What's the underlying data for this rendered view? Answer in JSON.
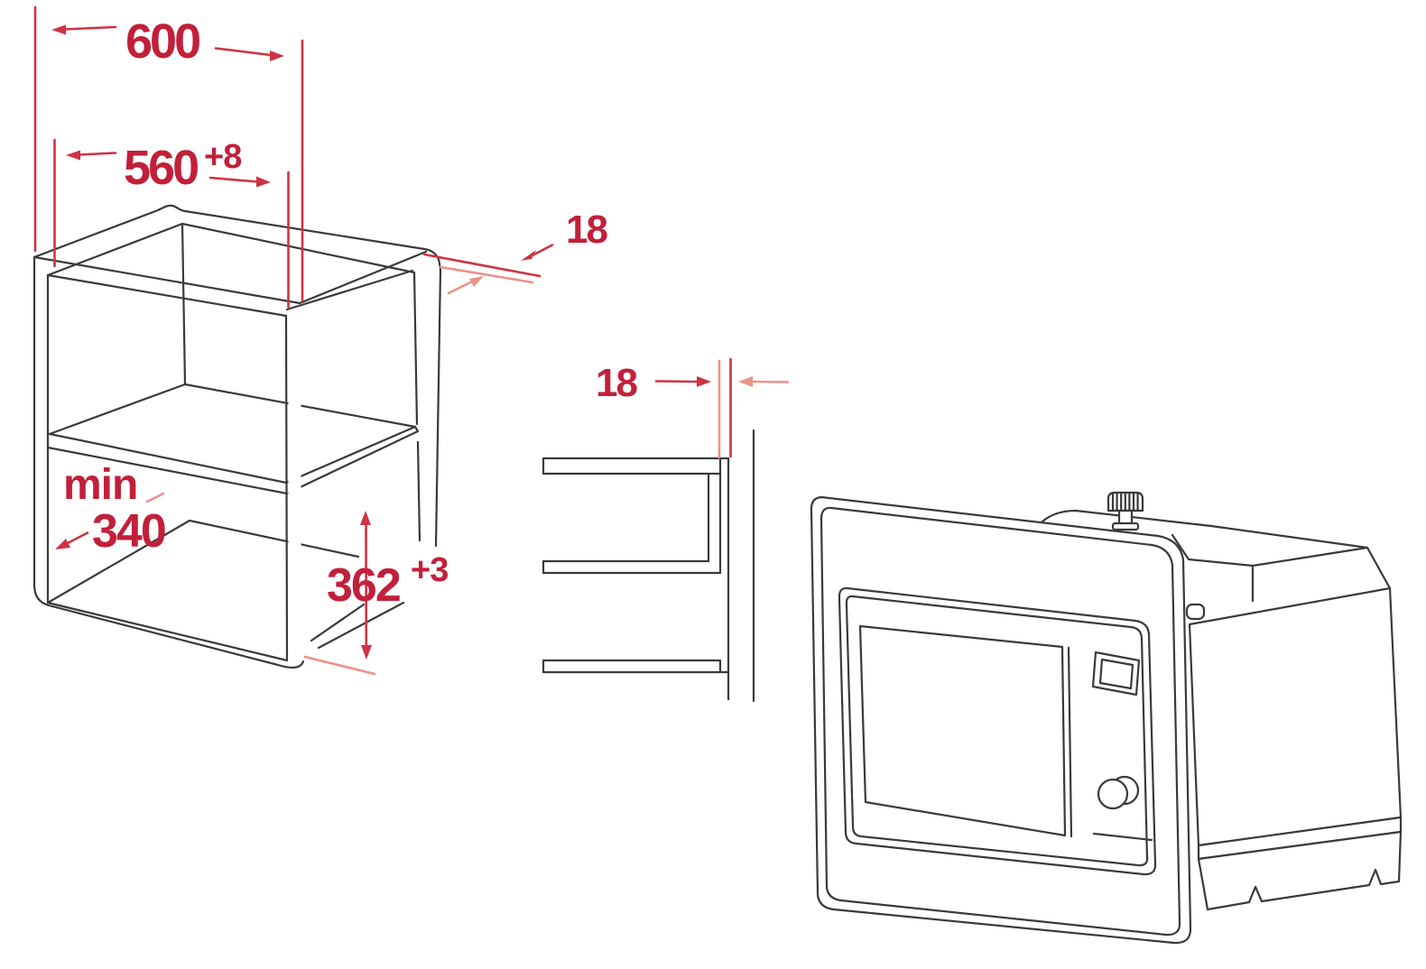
{
  "colors": {
    "accent_red": "#c2203a",
    "line_red": "#cf3342",
    "light_red": "#ec9289",
    "line_dark": "#3a3a3a",
    "page_bg": "#ffffff"
  },
  "labels": {
    "cabinet_width": "600",
    "cabinet_inner_width": "560",
    "cabinet_inner_width_tolerance": "+8",
    "top_panel_thickness": "18",
    "wall_gap_thickness": "18",
    "min_depth_prefix": "min",
    "min_depth_value": "340",
    "niche_height": "362",
    "niche_height_tolerance": "+3"
  }
}
